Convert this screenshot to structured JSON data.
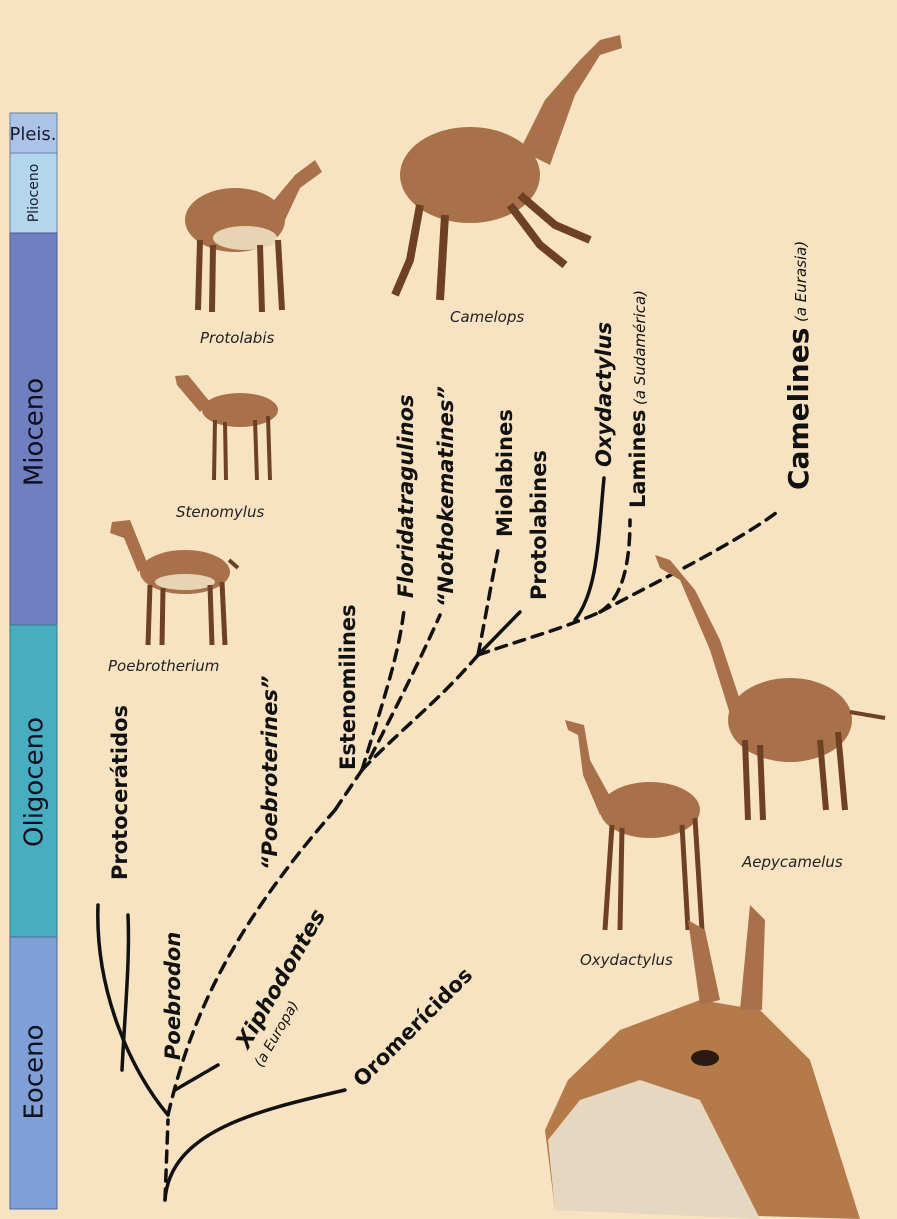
{
  "epochs": [
    {
      "label": "Pleis.",
      "color": "#aac3e6"
    },
    {
      "label": "Plioceno",
      "color": "#b4d6ec"
    },
    {
      "label": "Mioceno",
      "color": "#6f7fc0"
    },
    {
      "label": "Oligoceno",
      "color": "#46aec0"
    },
    {
      "label": "Eoceno",
      "color": "#7fa0d6"
    }
  ],
  "clades": {
    "protoceratidos": "Protocerátidos",
    "poebrodon": "Poebrodon",
    "xiphodontes": "Xiphodontes",
    "xiphodontes_note": "(a Europa)",
    "oromericidos": "Oromerícidos",
    "poebroterines": "“Poebroterines”",
    "estenomilines": "Estenomilines",
    "floridatragulinos": "Floridatragulinos",
    "nothokematines": "“Nothokematines”",
    "miolabines": "Miolabines",
    "protolabines": "Protolabines",
    "oxydactylus": "Oxydactylus",
    "lamines": "Lamines",
    "lamines_note": "(a Sudamérica)",
    "camelines": "Camelines",
    "camelines_note": "(a Eurasia)"
  },
  "animals": {
    "poebrotherium": "Poebrotherium",
    "stenomylus": "Stenomylus",
    "protolabis": "Protolabis",
    "camelops": "Camelops",
    "oxydactylus": "Oxydactylus",
    "aepycamelus": "Aepycamelus"
  },
  "colors": {
    "background": "#f7e3c2",
    "line": "#111111",
    "animal_body": "#a8714a",
    "animal_dark": "#6e4125"
  }
}
